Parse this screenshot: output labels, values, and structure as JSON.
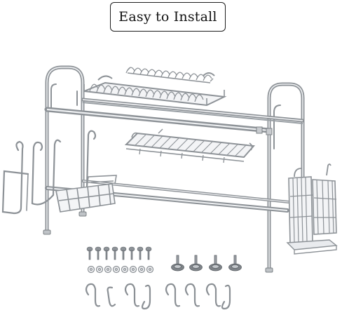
{
  "caption": {
    "text": "Easy to Install"
  },
  "colors": {
    "steel": "#a9adb2",
    "steel_dark": "#6e7378",
    "steel_light": "#e4e6e9",
    "outline": "#1e1e1e"
  },
  "product": {
    "icon": "dish-drying-rack-icon"
  },
  "accessories": {
    "screw_count": 8,
    "washer_count": 8,
    "leveling_foot_count": 4,
    "s_hook_count": 8
  }
}
